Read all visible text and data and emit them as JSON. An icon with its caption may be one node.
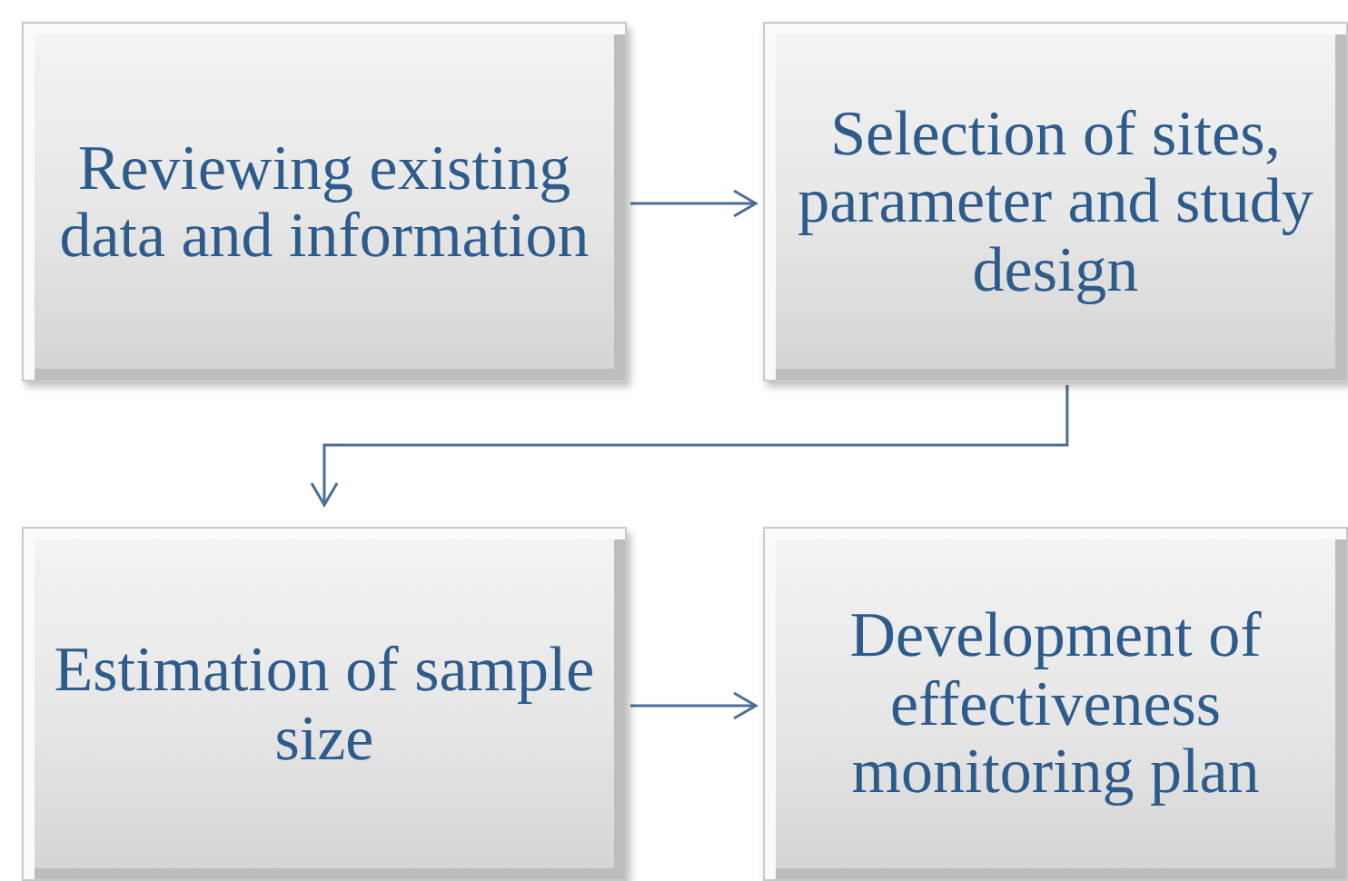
{
  "diagram": {
    "nodes": [
      {
        "text": [
          "Reviewing existing data and information"
        ]
      },
      {
        "text": [
          "Selection of sites, parameter and study design"
        ]
      },
      {
        "text": [
          "Estimation of sample size"
        ]
      },
      {
        "text": [
          "Development of effectiveness monitoring plan"
        ]
      }
    ],
    "edges": [
      {
        "from": 0,
        "to": 1,
        "arrow": "to"
      },
      {
        "from": 1,
        "to": 2,
        "arrow": "to"
      },
      {
        "from": 2,
        "to": 3,
        "arrow": "to"
      }
    ]
  }
}
